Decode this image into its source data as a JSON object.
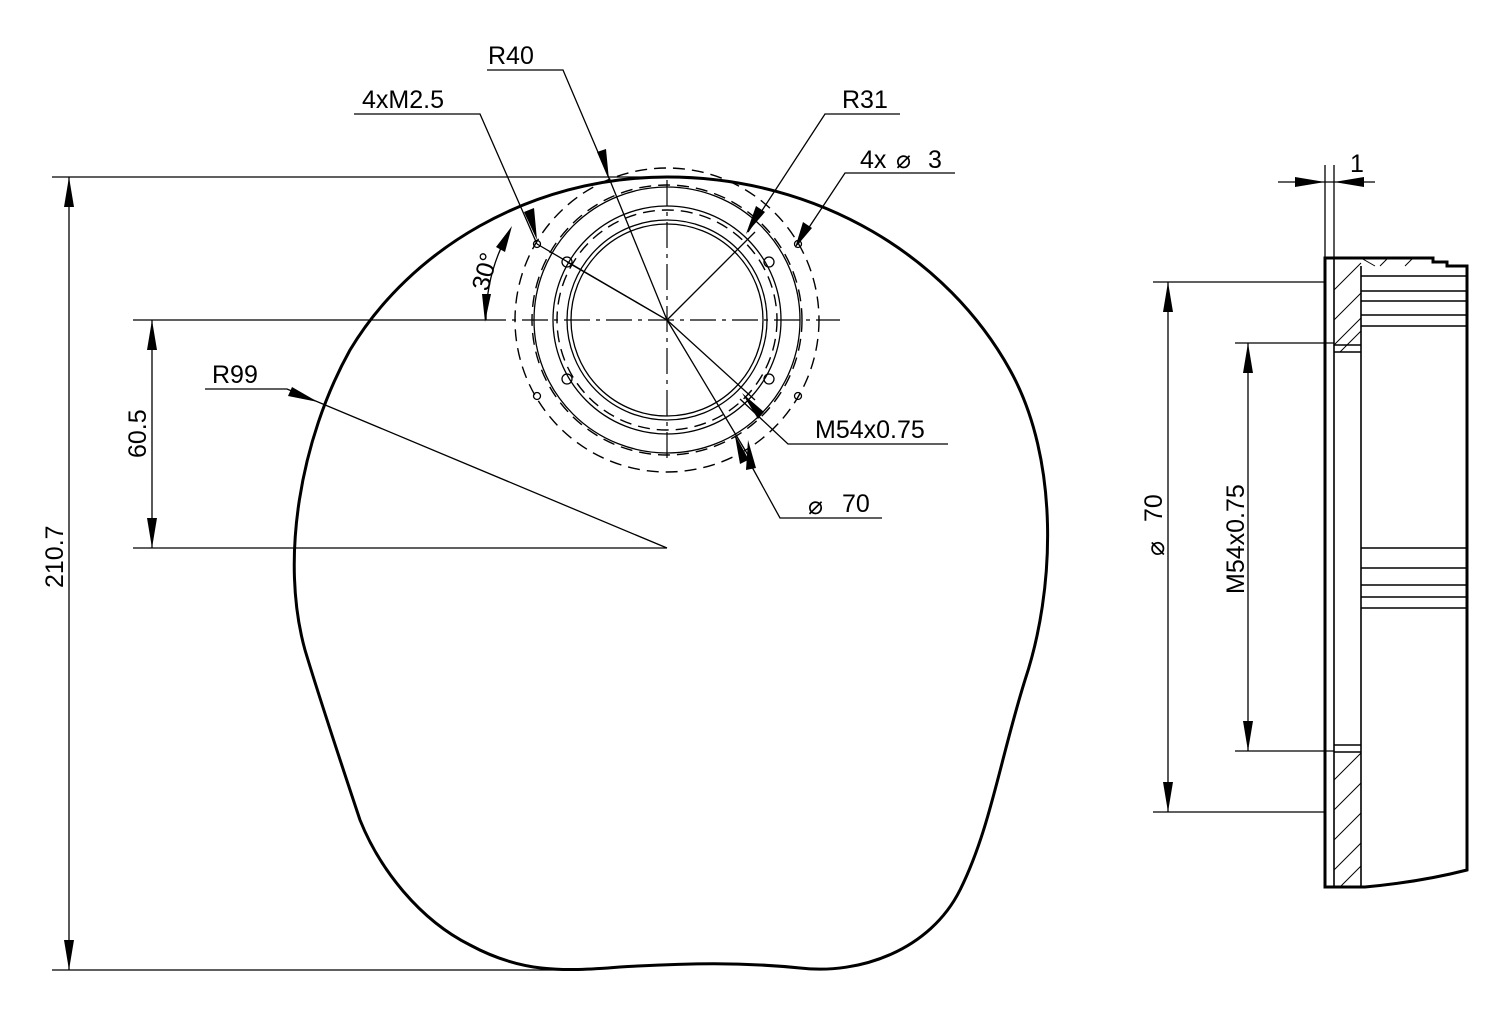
{
  "front_view": {
    "labels": {
      "r40": "R40",
      "tapped_holes": "4xM2.5",
      "r31": "R31",
      "through_holes_count": "4x",
      "through_holes_dia": "3",
      "angle": "30°",
      "r99": "R99",
      "offset": "60.5",
      "height": "210.7",
      "thread": "M54x0.75",
      "outer_dia": "70"
    }
  },
  "side_view": {
    "labels": {
      "thickness": "1",
      "outer_dia": "70",
      "thread": "M54x0.75"
    }
  },
  "diameter_symbol": "⌀"
}
